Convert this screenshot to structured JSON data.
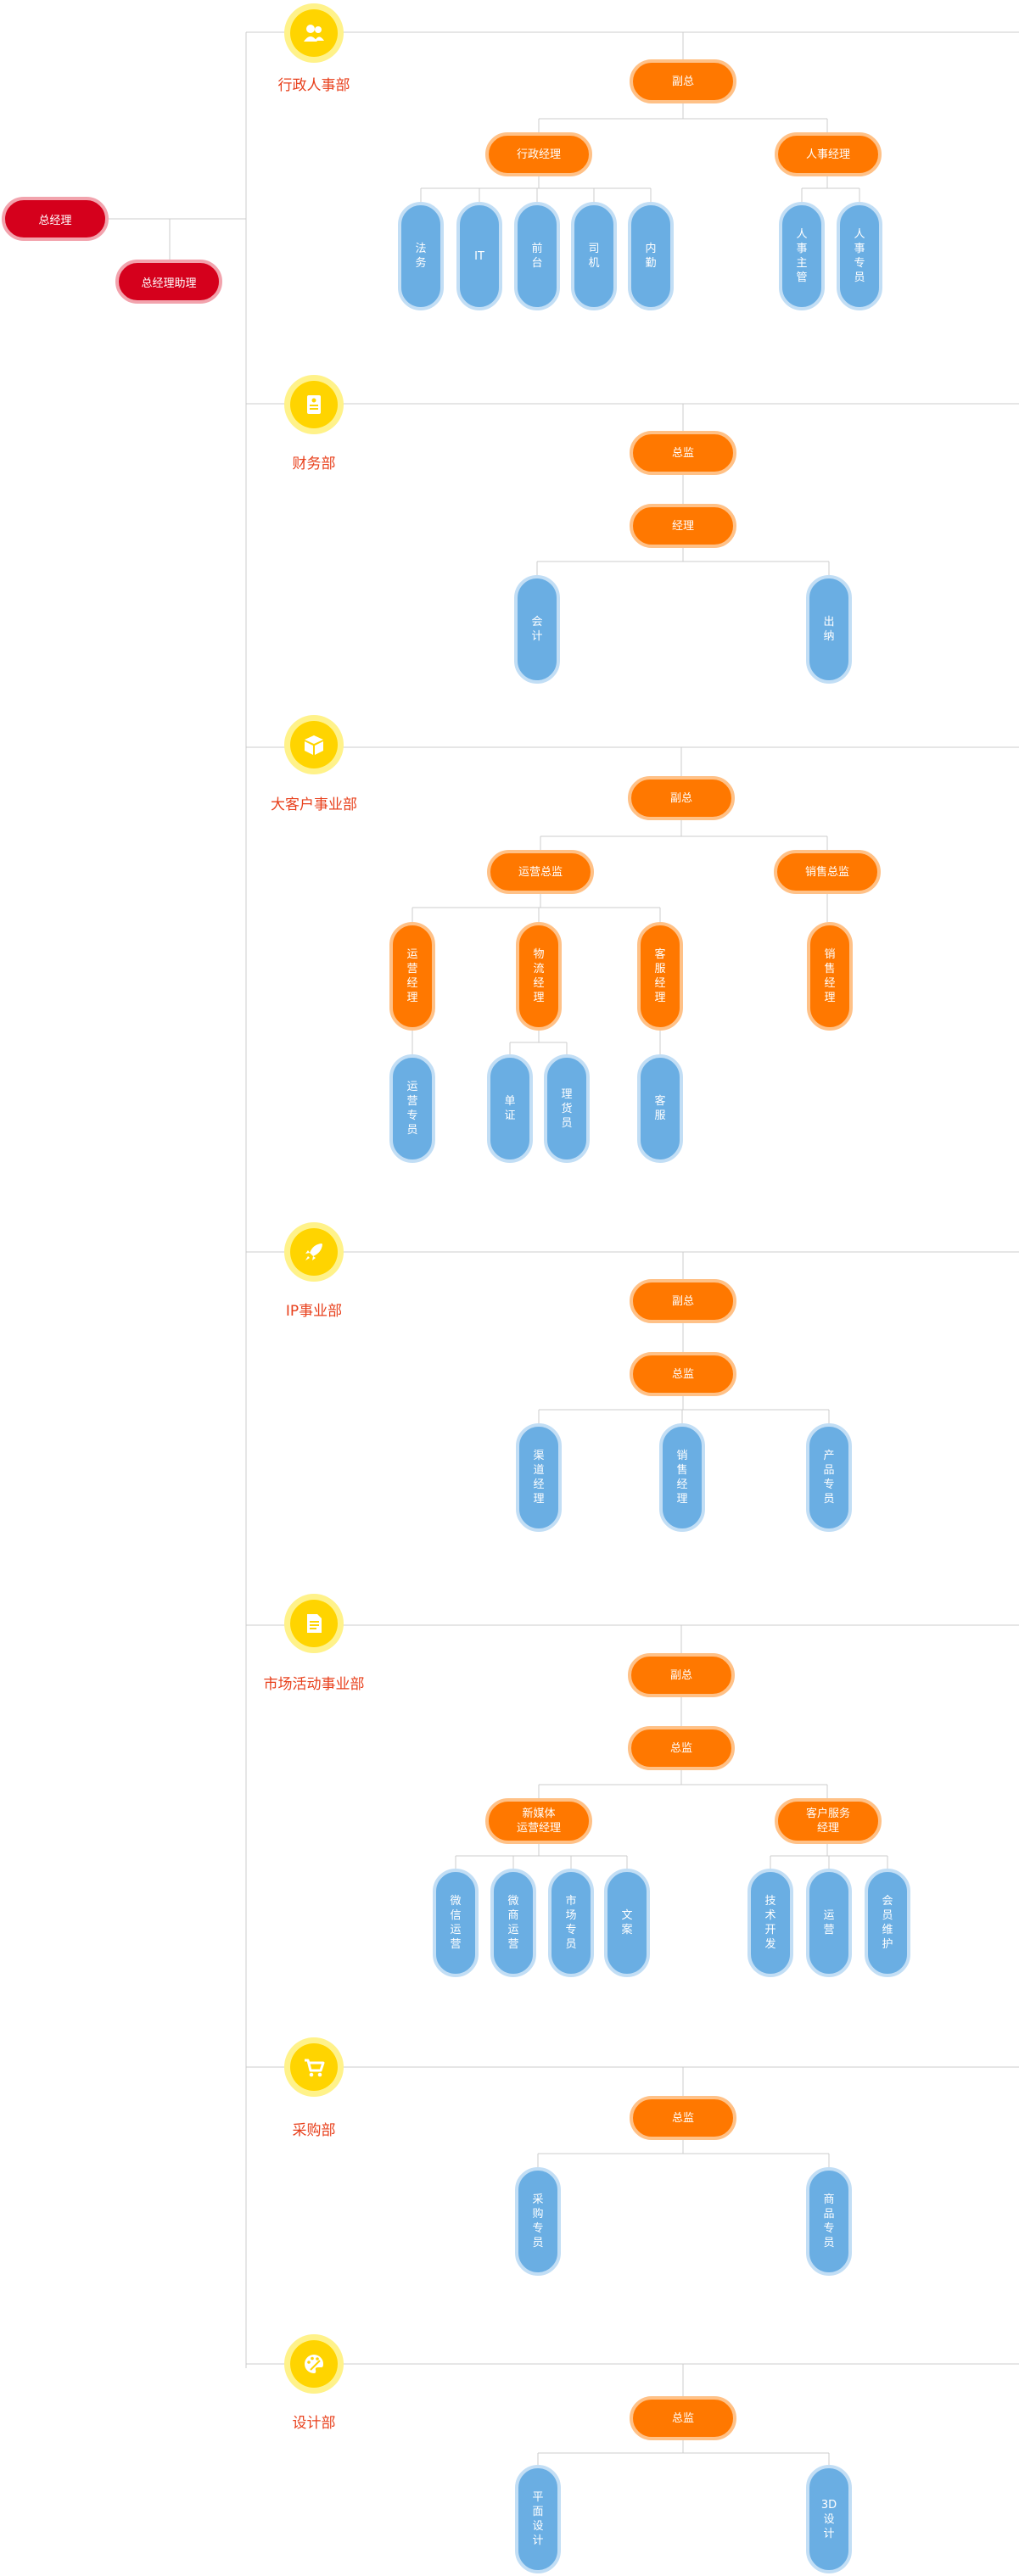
{
  "colors": {
    "line": "#cccccc",
    "red": "#d5001c",
    "orange": "#ff7800",
    "blue": "#6aaee3",
    "icon": "#ffd400",
    "label": "#e8401c"
  },
  "root": {
    "ceo": "总经理",
    "assistant": "总经理助理"
  },
  "departments": [
    {
      "name": "行政人事部",
      "icon": "people-icon",
      "vp": "副总",
      "managers": [
        "行政经理",
        "人事经理"
      ],
      "admin_staff": [
        "法务",
        "IT",
        "前台",
        "司机",
        "内勤"
      ],
      "hr_staff": [
        "人事主管",
        "人事专员"
      ]
    },
    {
      "name": "财务部",
      "icon": "document-icon",
      "director": "总监",
      "manager": "经理",
      "staff": [
        "会计",
        "出纳"
      ]
    },
    {
      "name": "大客户事业部",
      "icon": "box-icon",
      "vp": "副总",
      "directors": [
        "运营总监",
        "销售总监"
      ],
      "managers": [
        "运营经理",
        "物流经理",
        "客服经理",
        "销售经理"
      ],
      "ops_staff": [
        "运营专员"
      ],
      "logistics_staff": [
        "单证",
        "理货员"
      ],
      "service_staff": [
        "客服"
      ]
    },
    {
      "name": "IP事业部",
      "icon": "rocket-icon",
      "vp": "副总",
      "director": "总监",
      "staff": [
        "渠道经理",
        "销售经理",
        "产品专员"
      ]
    },
    {
      "name": "市场活动事业部",
      "icon": "notes-icon",
      "vp": "副总",
      "director": "总监",
      "managers": [
        "新媒体\n运营经理",
        "客户服务\n经理"
      ],
      "media_staff": [
        "微信运营",
        "微商运营",
        "市场专员",
        "文案"
      ],
      "service_staff": [
        "技术开发",
        "运营",
        "会员维护"
      ]
    },
    {
      "name": "采购部",
      "icon": "cart-icon",
      "director": "总监",
      "staff": [
        "采购专员",
        "商品专员"
      ]
    },
    {
      "name": "设计部",
      "icon": "palette-icon",
      "director": "总监",
      "staff": [
        "平面设计",
        "3D设计"
      ]
    }
  ]
}
